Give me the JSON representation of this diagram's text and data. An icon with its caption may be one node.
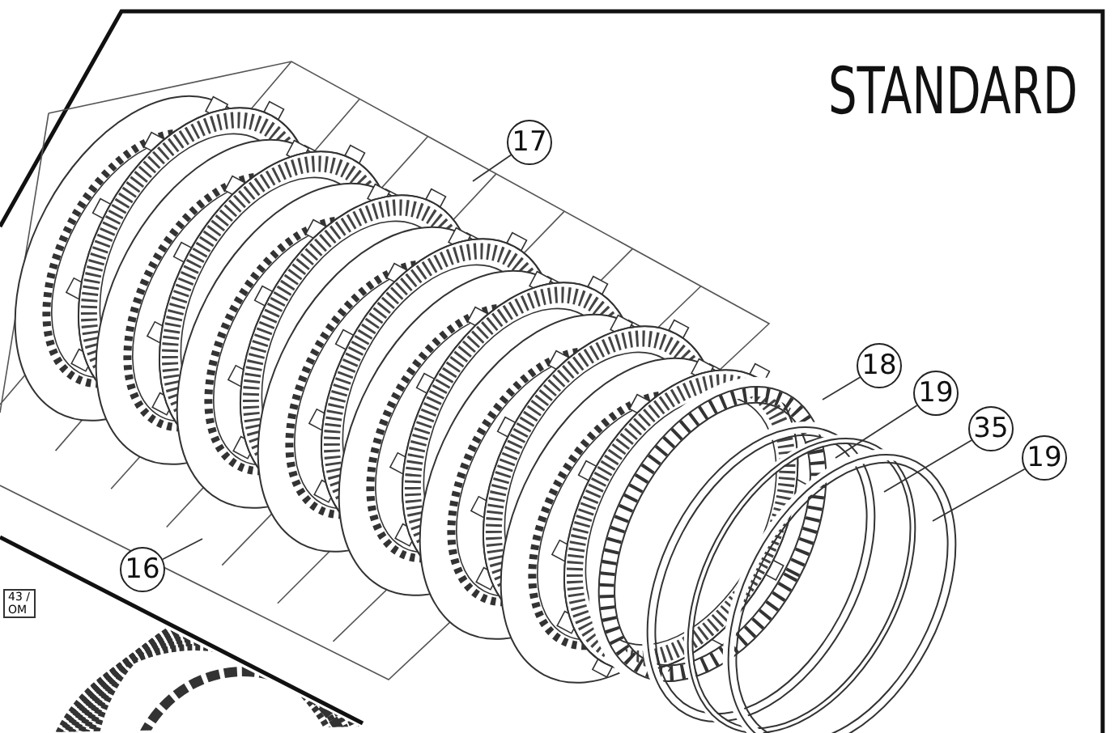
{
  "diagram": {
    "title": "STANDARD",
    "nodes": [
      {
        "text": [
          "17"
        ]
      },
      {
        "text": [
          "18"
        ]
      },
      {
        "text": [
          "19"
        ]
      },
      {
        "text": [
          "35"
        ]
      },
      {
        "text": [
          "19"
        ]
      },
      {
        "text": [
          "16"
        ]
      }
    ],
    "edges": [
      {
        "from": 0,
        "to": null,
        "arrow": "none"
      },
      {
        "from": 1,
        "to": null,
        "arrow": "none"
      },
      {
        "from": 2,
        "to": null,
        "arrow": "none"
      },
      {
        "from": 3,
        "to": null,
        "arrow": "none"
      },
      {
        "from": 4,
        "to": null,
        "arrow": "none"
      },
      {
        "from": 5,
        "to": null,
        "arrow": "none"
      }
    ],
    "labels": [
      "43 /",
      "OM"
    ]
  }
}
